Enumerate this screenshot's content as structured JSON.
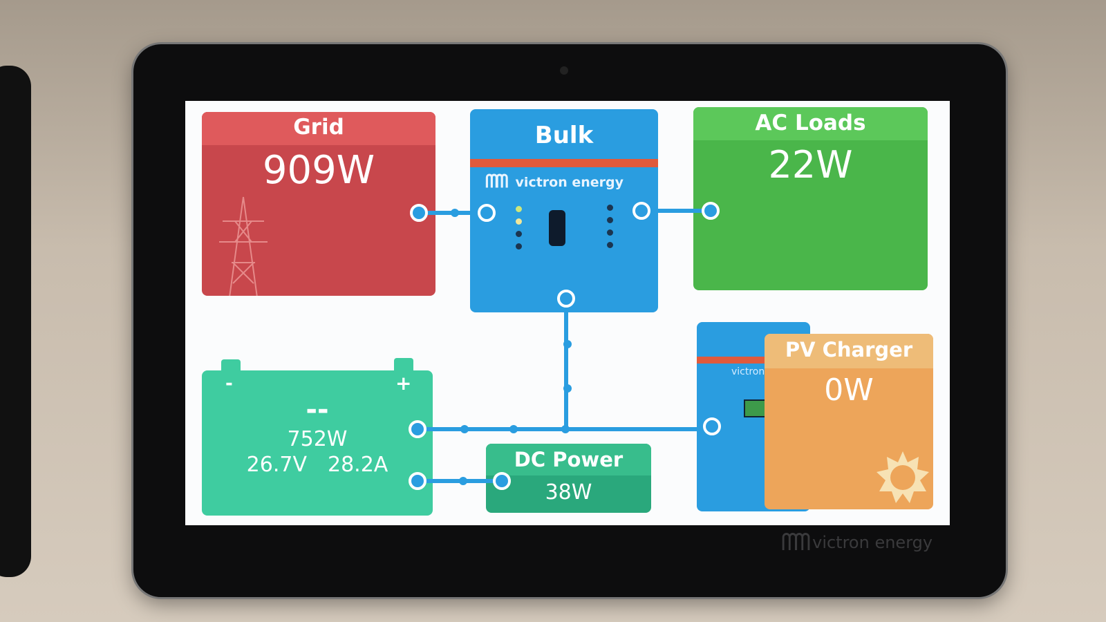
{
  "grid": {
    "title": "Grid",
    "power": "909W"
  },
  "inverter": {
    "state": "Bulk",
    "brand": "victron energy"
  },
  "ac_loads": {
    "title": "AC Loads",
    "power": "22W"
  },
  "battery": {
    "minus": "-",
    "plus": "+",
    "soc": "--",
    "power": "752W",
    "voltage": "26.7V",
    "current": "28.2A"
  },
  "dc_power": {
    "title": "DC Power",
    "power": "38W"
  },
  "pv_charger": {
    "title": "PV Charger",
    "power": "0W",
    "brand": "victron"
  },
  "bezel": {
    "brand": "victron energy"
  },
  "colors": {
    "grid": "#c8474c",
    "inverter": "#2a9de0",
    "ac_loads": "#4ab64a",
    "battery": "#3fcca0",
    "dc": "#2fb184",
    "pv": "#eda55a"
  }
}
